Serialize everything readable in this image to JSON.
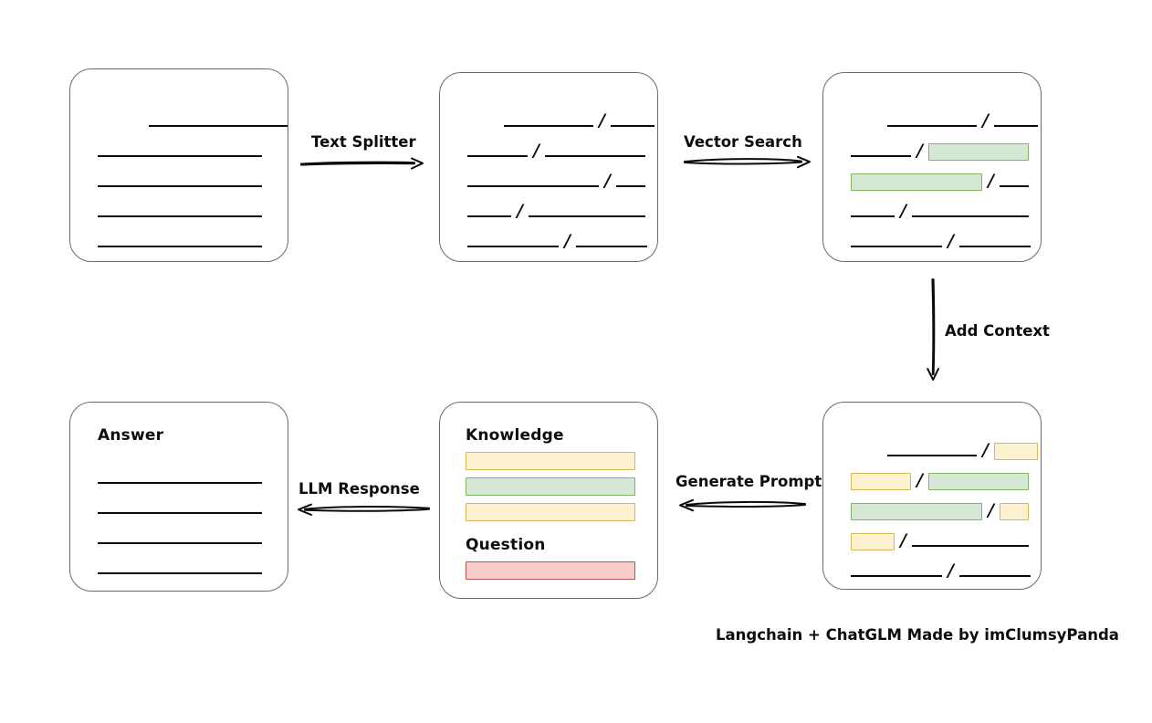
{
  "diagram": {
    "title_caption": "Langchain + ChatGLM Made by imClumsyPanda",
    "colors": {
      "green_fill": "#d5e8d4",
      "green_stroke": "#82b366",
      "yellow_fill": "#fdf2d0",
      "yellow_stroke": "#d6b656",
      "red_fill": "#f8cecc",
      "red_stroke": "#b85450",
      "node_stroke": "#6b6b6b",
      "ink": "#0b0b0b",
      "background": "#ffffff"
    },
    "nodes": {
      "source_document": {
        "name": "Source Document",
        "label": "",
        "rows": [
          {
            "segments": [
              {
                "kind": "line",
                "indent": 56,
                "width": 152
              }
            ]
          },
          {
            "segments": [
              {
                "kind": "line",
                "indent": 0,
                "width": 180
              }
            ]
          },
          {
            "segments": [
              {
                "kind": "line",
                "indent": 0,
                "width": 180
              }
            ]
          },
          {
            "segments": [
              {
                "kind": "line",
                "indent": 0,
                "width": 180
              }
            ]
          },
          {
            "segments": [
              {
                "kind": "line",
                "indent": 0,
                "width": 180
              }
            ]
          }
        ]
      },
      "split_chunks": {
        "name": "Split Chunks",
        "label": "",
        "rows": [
          {
            "segments": [
              {
                "kind": "line",
                "indent": 40,
                "width": 98
              },
              {
                "kind": "slash"
              },
              {
                "kind": "line",
                "width": 48
              }
            ]
          },
          {
            "segments": [
              {
                "kind": "line",
                "indent": 0,
                "width": 66
              },
              {
                "kind": "slash"
              },
              {
                "kind": "line",
                "width": 110
              }
            ]
          },
          {
            "segments": [
              {
                "kind": "line",
                "indent": 0,
                "width": 144
              },
              {
                "kind": "slash"
              },
              {
                "kind": "line",
                "width": 32
              }
            ]
          },
          {
            "segments": [
              {
                "kind": "line",
                "indent": 0,
                "width": 48
              },
              {
                "kind": "slash"
              },
              {
                "kind": "line",
                "width": 128
              }
            ]
          },
          {
            "segments": [
              {
                "kind": "line",
                "indent": 0,
                "width": 100
              },
              {
                "kind": "slash"
              },
              {
                "kind": "line",
                "width": 78
              }
            ]
          }
        ]
      },
      "matched_chunks": {
        "name": "Matched Chunks",
        "label": "",
        "rows": [
          {
            "segments": [
              {
                "kind": "line",
                "indent": 40,
                "width": 98
              },
              {
                "kind": "slash"
              },
              {
                "kind": "line",
                "width": 48
              }
            ]
          },
          {
            "segments": [
              {
                "kind": "line",
                "indent": 0,
                "width": 66
              },
              {
                "kind": "slash"
              },
              {
                "kind": "chip",
                "color": "green",
                "width": 110
              }
            ]
          },
          {
            "segments": [
              {
                "kind": "chip",
                "color": "green",
                "indent": 0,
                "width": 144
              },
              {
                "kind": "slash"
              },
              {
                "kind": "line",
                "width": 32
              }
            ]
          },
          {
            "segments": [
              {
                "kind": "line",
                "indent": 0,
                "width": 48
              },
              {
                "kind": "slash"
              },
              {
                "kind": "line",
                "width": 128
              }
            ]
          },
          {
            "segments": [
              {
                "kind": "line",
                "indent": 0,
                "width": 100
              },
              {
                "kind": "slash"
              },
              {
                "kind": "line",
                "width": 78
              }
            ]
          }
        ]
      },
      "context_chunks": {
        "name": "Context Chunks",
        "label": "",
        "rows": [
          {
            "segments": [
              {
                "kind": "line",
                "indent": 40,
                "width": 98
              },
              {
                "kind": "slash"
              },
              {
                "kind": "chip",
                "color": "yellow",
                "width": 48
              }
            ]
          },
          {
            "segments": [
              {
                "kind": "chip",
                "color": "yellow",
                "indent": 0,
                "width": 66
              },
              {
                "kind": "slash"
              },
              {
                "kind": "chip",
                "color": "green",
                "width": 110
              }
            ]
          },
          {
            "segments": [
              {
                "kind": "chip",
                "color": "green",
                "indent": 0,
                "width": 144
              },
              {
                "kind": "slash"
              },
              {
                "kind": "chip",
                "color": "yellow",
                "width": 32
              }
            ]
          },
          {
            "segments": [
              {
                "kind": "chip",
                "color": "yellow",
                "indent": 0,
                "width": 48
              },
              {
                "kind": "slash"
              },
              {
                "kind": "line",
                "width": 128
              }
            ]
          },
          {
            "segments": [
              {
                "kind": "line",
                "indent": 0,
                "width": 100
              },
              {
                "kind": "slash"
              },
              {
                "kind": "line",
                "width": 78
              }
            ]
          }
        ]
      },
      "prompt": {
        "name": "Prompt",
        "knowledge_label": "Knowledge",
        "question_label": "Question",
        "knowledge_bars": [
          {
            "color": "yellow",
            "width": 186
          },
          {
            "color": "green",
            "width": 186
          },
          {
            "color": "yellow",
            "width": 186
          }
        ],
        "question_bars": [
          {
            "color": "red",
            "width": 186
          }
        ]
      },
      "answer": {
        "name": "Answer",
        "label": "Answer",
        "rows": [
          {
            "segments": [
              {
                "kind": "line",
                "indent": 0,
                "width": 180
              }
            ]
          },
          {
            "segments": [
              {
                "kind": "line",
                "indent": 0,
                "width": 180
              }
            ]
          },
          {
            "segments": [
              {
                "kind": "line",
                "indent": 0,
                "width": 180
              }
            ]
          },
          {
            "segments": [
              {
                "kind": "line",
                "indent": 0,
                "width": 180
              }
            ]
          }
        ]
      }
    },
    "edges": {
      "text_splitter": {
        "label": "Text Splitter",
        "direction": "right"
      },
      "vector_search": {
        "label": "Vector Search",
        "direction": "right"
      },
      "add_context": {
        "label": "Add Context",
        "direction": "down"
      },
      "generate_prompt": {
        "label": "Generate Prompt",
        "direction": "left"
      },
      "llm_response": {
        "label": "LLM Response",
        "direction": "left"
      }
    }
  }
}
